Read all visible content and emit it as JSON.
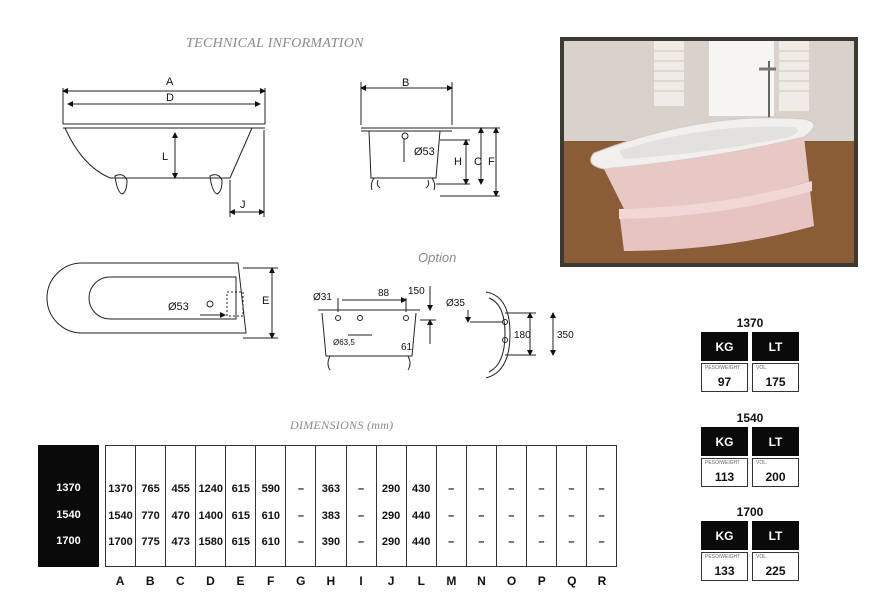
{
  "headings": {
    "technical": "TECHNICAL INFORMATION",
    "option": "Option",
    "dimensions": "DIMENSIONS (mm)"
  },
  "drawing_labels": {
    "side": {
      "A": "A",
      "D": "D",
      "L": "L",
      "J": "J"
    },
    "end": {
      "B": "B",
      "dia": "Ø53",
      "H": "H",
      "C": "C",
      "F": "F"
    },
    "top": {
      "dia": "Ø53",
      "E": "E"
    },
    "option1": {
      "dia31": "Ø31",
      "d88": "88",
      "d150": "150",
      "d61": "61",
      "dia635": "Ø63,5"
    },
    "option2": {
      "dia35": "Ø35",
      "d180": "180",
      "d350": "350"
    }
  },
  "dimensions_table": {
    "models": [
      "1370",
      "1540",
      "1700"
    ],
    "columns": [
      "A",
      "B",
      "C",
      "D",
      "E",
      "F",
      "G",
      "H",
      "I",
      "J",
      "L",
      "M",
      "N",
      "O",
      "P",
      "Q",
      "R"
    ],
    "rows": [
      [
        "1370",
        "765",
        "455",
        "1240",
        "615",
        "590",
        "–",
        "363",
        "–",
        "290",
        "430",
        "–",
        "–",
        "–",
        "–",
        "–",
        "–"
      ],
      [
        "1540",
        "770",
        "470",
        "1400",
        "615",
        "610",
        "–",
        "383",
        "–",
        "290",
        "440",
        "–",
        "–",
        "–",
        "–",
        "–",
        "–"
      ],
      [
        "1700",
        "775",
        "473",
        "1580",
        "615",
        "610",
        "–",
        "390",
        "–",
        "290",
        "440",
        "–",
        "–",
        "–",
        "–",
        "–",
        "–"
      ]
    ]
  },
  "weights": [
    {
      "model": "1370",
      "kg_label": "KG",
      "lt_label": "LT",
      "weight_sub": "PESO/WEIGHT",
      "vol_sub": "VOL.",
      "kg": "97",
      "lt": "175"
    },
    {
      "model": "1540",
      "kg_label": "KG",
      "lt_label": "LT",
      "weight_sub": "PESO/WEIGHT",
      "vol_sub": "VOL.",
      "kg": "113",
      "lt": "200"
    },
    {
      "model": "1700",
      "kg_label": "KG",
      "lt_label": "LT",
      "weight_sub": "PESO/WEIGHT",
      "vol_sub": "VOL.",
      "kg": "133",
      "lt": "225"
    }
  ]
}
